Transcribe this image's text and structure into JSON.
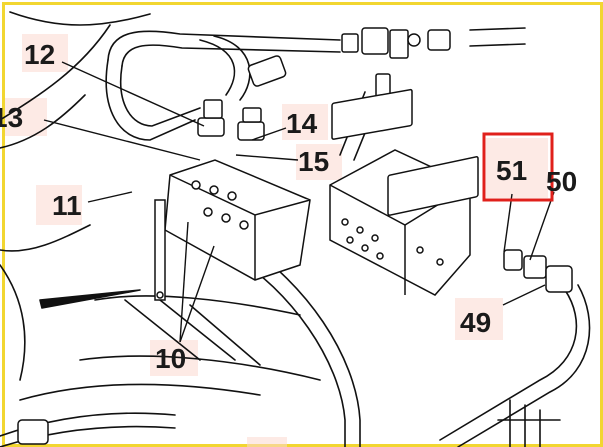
{
  "diagram": {
    "callouts": [
      {
        "id": "12",
        "text": "12"
      },
      {
        "id": "13",
        "text": "13"
      },
      {
        "id": "14",
        "text": "14"
      },
      {
        "id": "15",
        "text": "15"
      },
      {
        "id": "11",
        "text": "11"
      },
      {
        "id": "51",
        "text": "51",
        "selected": true
      },
      {
        "id": "50",
        "text": "50"
      },
      {
        "id": "49",
        "text": "49"
      },
      {
        "id": "10",
        "text": "10"
      }
    ],
    "colors": {
      "frame": "#f2d631",
      "selection_border": "#e0201b",
      "label_highlight": "#fbd9cf",
      "line": "#111111"
    }
  }
}
